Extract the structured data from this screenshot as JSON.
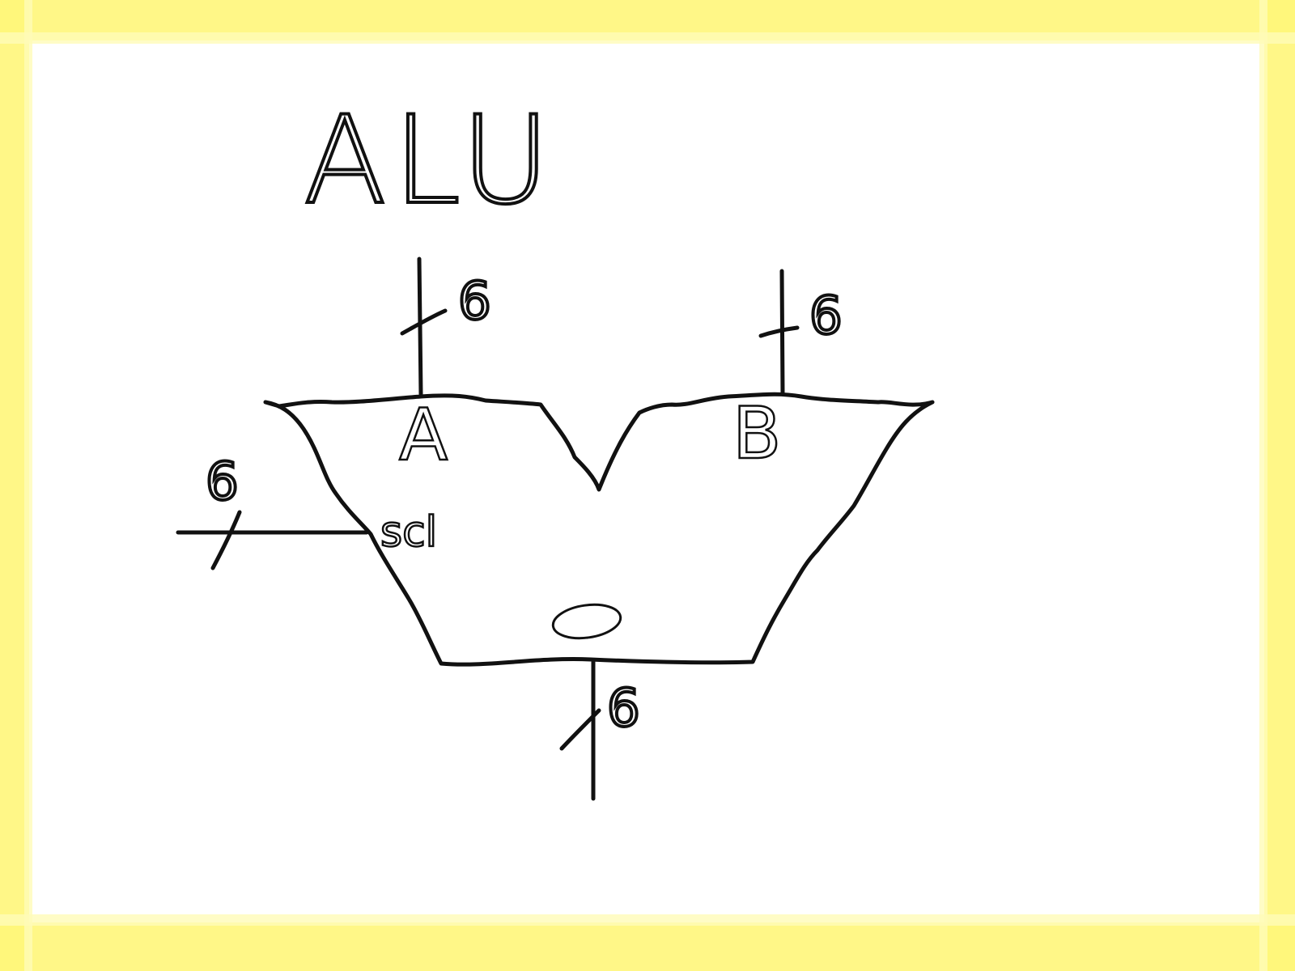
{
  "title": "ALU",
  "ports": {
    "a": {
      "label": "A",
      "width": "6"
    },
    "b": {
      "label": "B",
      "width": "6"
    },
    "sel": {
      "label": "scl",
      "width": "6"
    },
    "out": {
      "label": "O",
      "width": "6"
    }
  },
  "colors": {
    "frame": "#fff67a",
    "ink": "#111111",
    "background": "#ffffff"
  }
}
